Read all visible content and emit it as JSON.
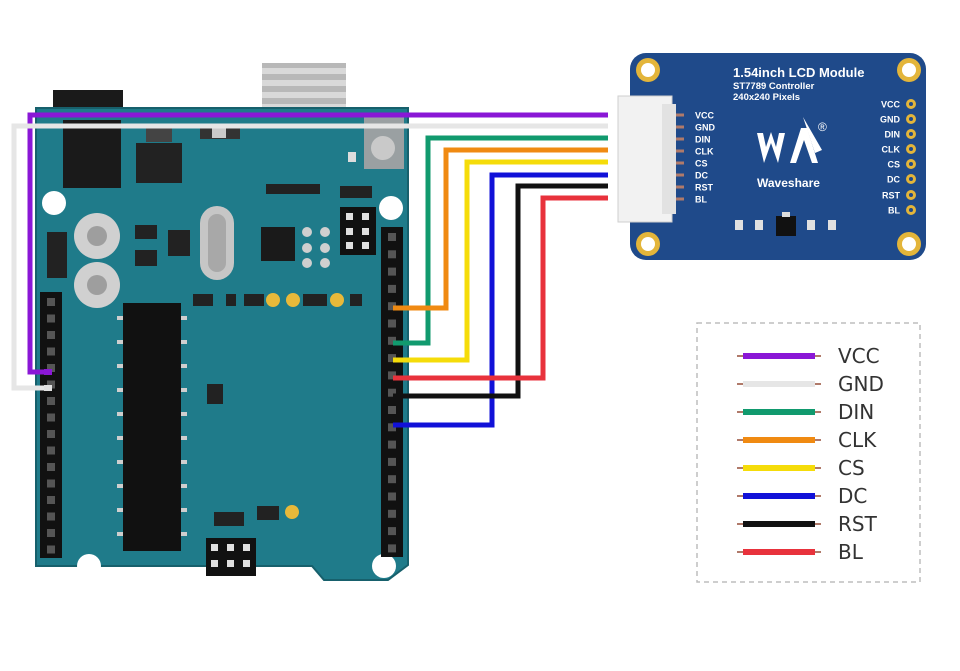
{
  "lcd": {
    "title": "1.54inch LCD Module",
    "subtitle1": "ST7789 Controller",
    "subtitle2": "240x240 Pixels",
    "brand": "Waveshare",
    "registered": "®",
    "board_color": "#1f4a8a"
  },
  "pins": [
    {
      "name": "VCC",
      "color": "#8a17d6"
    },
    {
      "name": "GND",
      "color": "#e6e6e6"
    },
    {
      "name": "DIN",
      "color": "#119a6e"
    },
    {
      "name": "CLK",
      "color": "#f08a12"
    },
    {
      "name": "CS",
      "color": "#f5dc0a"
    },
    {
      "name": "DC",
      "color": "#1111d8"
    },
    {
      "name": "RST",
      "color": "#111111"
    },
    {
      "name": "BL",
      "color": "#e8323c"
    }
  ],
  "arduino": {
    "board_color": "#1f7b8a"
  }
}
